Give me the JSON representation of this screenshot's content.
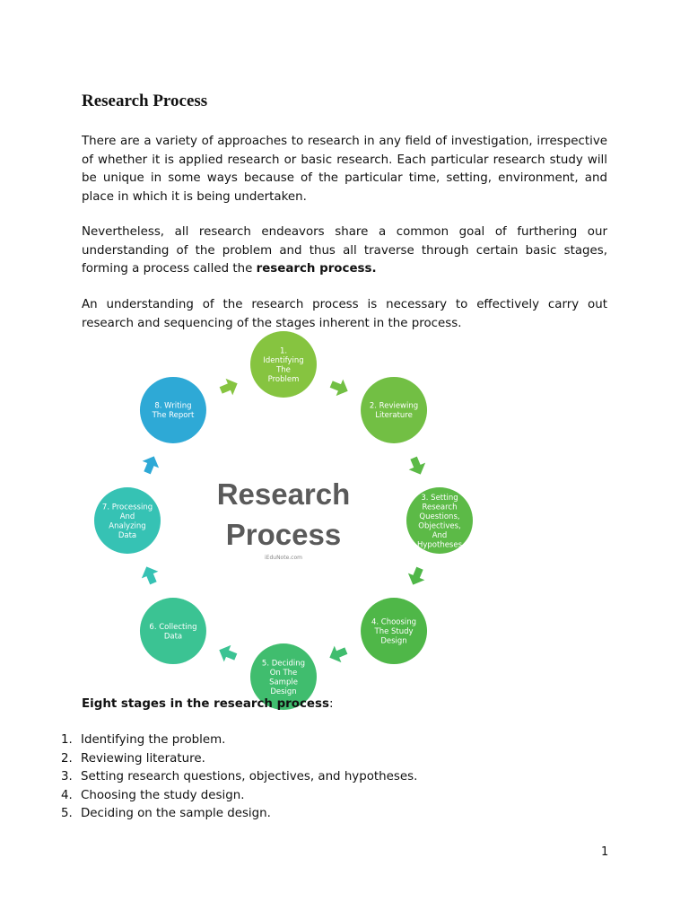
{
  "document": {
    "title": "Research Process",
    "paragraphs": [
      {
        "text": "There are a variety of approaches to research in any field of investigation, irrespective of whether it is applied research or basic research. Each particular research study will be unique in some ways because of the particular time, setting, environment, and place in which it is being undertaken.",
        "bold": ""
      },
      {
        "text": "Nevertheless, all research endeavors share a common goal of furthering our understanding of the problem and thus all traverse through certain basic stages, forming a process called the ",
        "bold": "research process."
      },
      {
        "text": "An understanding of the research process is necessary to effectively carry out research and sequencing of the stages inherent in the process.",
        "bold": ""
      }
    ],
    "diagram": {
      "center_title_line1": "Research",
      "center_title_line2": "Process",
      "center_credit": "iEduNote.com",
      "stages": [
        {
          "lines": [
            "1.",
            "Identifying",
            "The",
            "Problem"
          ],
          "color": "#86c440"
        },
        {
          "lines": [
            "2. Reviewing",
            "Literature"
          ],
          "color": "#72bf44"
        },
        {
          "lines": [
            "3. Setting",
            "Research",
            "Questions,",
            "Objectives,",
            "And",
            "Hypotheses"
          ],
          "color": "#5cba47"
        },
        {
          "lines": [
            "4. Choosing",
            "The Study",
            "Design"
          ],
          "color": "#4fb748"
        },
        {
          "lines": [
            "5. Deciding",
            "On The",
            "Sample",
            "Design"
          ],
          "color": "#40bd6e"
        },
        {
          "lines": [
            "6. Collecting",
            "Data"
          ],
          "color": "#3bc393"
        },
        {
          "lines": [
            "7. Processing",
            "And",
            "Analyzing",
            "Data"
          ],
          "color": "#36c2b4"
        },
        {
          "lines": [
            "8. Writing",
            "The Report"
          ],
          "color": "#2ea9d6"
        }
      ]
    },
    "stages_heading": "Eight stages in the research process",
    "stages_heading_suffix": ":",
    "list": [
      {
        "num": "1.",
        "text": "Identifying the problem."
      },
      {
        "num": "2.",
        "text": "Reviewing literature."
      },
      {
        "num": "3.",
        "text": "Setting research questions, objectives, and hypotheses."
      },
      {
        "num": "4.",
        "text": "Choosing the study design."
      },
      {
        "num": "5.",
        "text": "Deciding on the sample design."
      }
    ],
    "page_number": "1"
  }
}
